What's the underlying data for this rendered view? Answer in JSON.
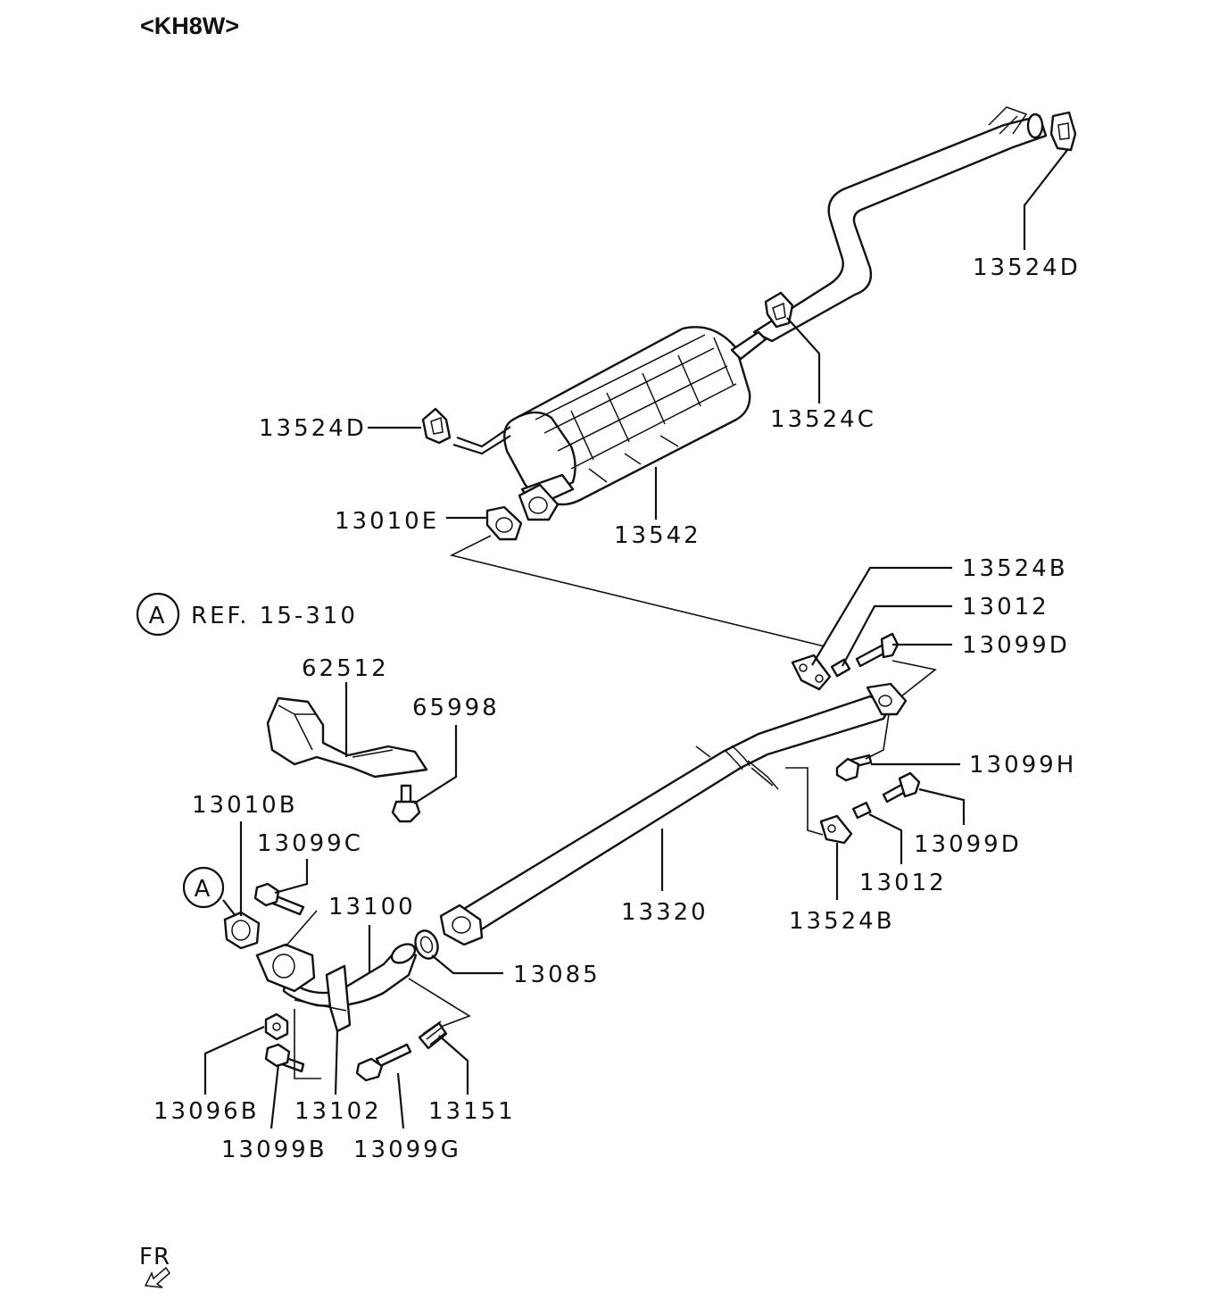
{
  "title": "<KH8W>",
  "reference": {
    "circle_letter": "A",
    "text": "REF. 15-310"
  },
  "callout_letter": "A",
  "front_indicator": "FR",
  "labels": {
    "l_13524D_top": "13524D",
    "l_13524C": "13524C",
    "l_13524D_left": "13524D",
    "l_13010E": "13010E",
    "l_13542": "13542",
    "l_13524B_top": "13524B",
    "l_13012_top": "13012",
    "l_13099D_top": "13099D",
    "l_62512": "62512",
    "l_65998": "65998",
    "l_13099H": "13099H",
    "l_13099D_mid": "13099D",
    "l_13012_mid": "13012",
    "l_13524B_bot": "13524B",
    "l_13010B": "13010B",
    "l_13099C": "13099C",
    "l_13100": "13100",
    "l_13320": "13320",
    "l_13085": "13085",
    "l_13096B": "13096B",
    "l_13102": "13102",
    "l_13151": "13151",
    "l_13099B": "13099B",
    "l_13099G": "13099G"
  },
  "icons": [
    "hanger-icon",
    "muffler-icon",
    "gasket-icon",
    "bolt-icon",
    "nut-icon",
    "spring-icon",
    "heat-protector-icon",
    "front-arrow-icon"
  ]
}
